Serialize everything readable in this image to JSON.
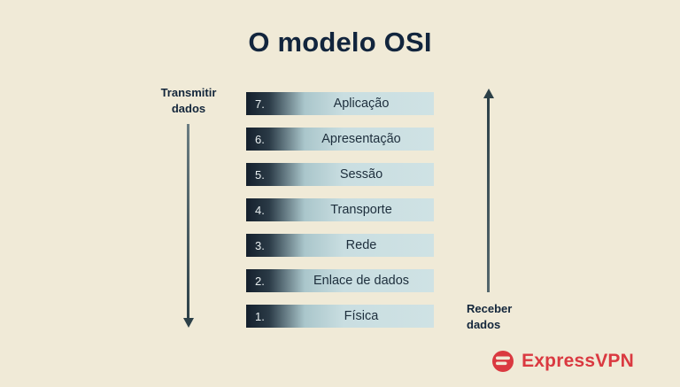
{
  "title": "O modelo OSI",
  "left_arrow": {
    "label": "Transmitir dados",
    "direction": "down"
  },
  "right_arrow": {
    "label": "Receber dados",
    "direction": "up"
  },
  "layers": [
    {
      "num": "7.",
      "name": "Aplicação"
    },
    {
      "num": "6.",
      "name": "Apresentação"
    },
    {
      "num": "5.",
      "name": "Sessão"
    },
    {
      "num": "4.",
      "name": "Transporte"
    },
    {
      "num": "3.",
      "name": "Rede"
    },
    {
      "num": "2.",
      "name": "Enlace de dados"
    },
    {
      "num": "1.",
      "name": "Física"
    }
  ],
  "brand": {
    "name": "ExpressVPN"
  },
  "colors": {
    "background": "#f0ead7",
    "title_text": "#12253d",
    "bar_dark": "#141f2c",
    "bar_light": "#cfe2e4",
    "arrow": "#2c4048",
    "brand_red": "#da3940"
  }
}
